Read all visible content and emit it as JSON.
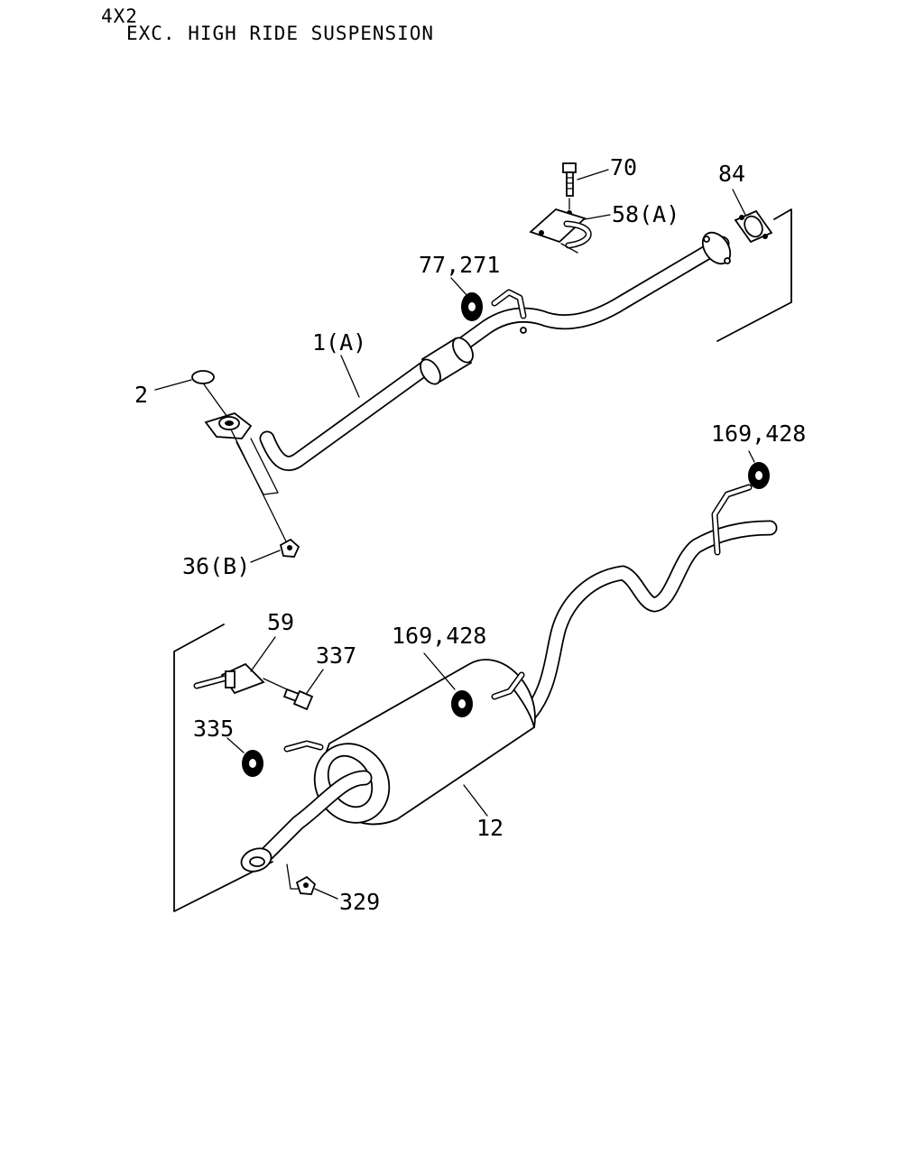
{
  "header": {
    "drive": "4X2",
    "variant": "EXC. HIGH RIDE SUSPENSION"
  },
  "parts": {
    "p70": "70",
    "p84": "84",
    "p58a": "58(A)",
    "p77": "77,271",
    "p1a": "1(A)",
    "p2": "2",
    "p36b": "36(B)",
    "p169a": "169,428",
    "p59": "59",
    "p337": "337",
    "p169b": "169,428",
    "p335": "335",
    "p12": "12",
    "p329": "329"
  }
}
